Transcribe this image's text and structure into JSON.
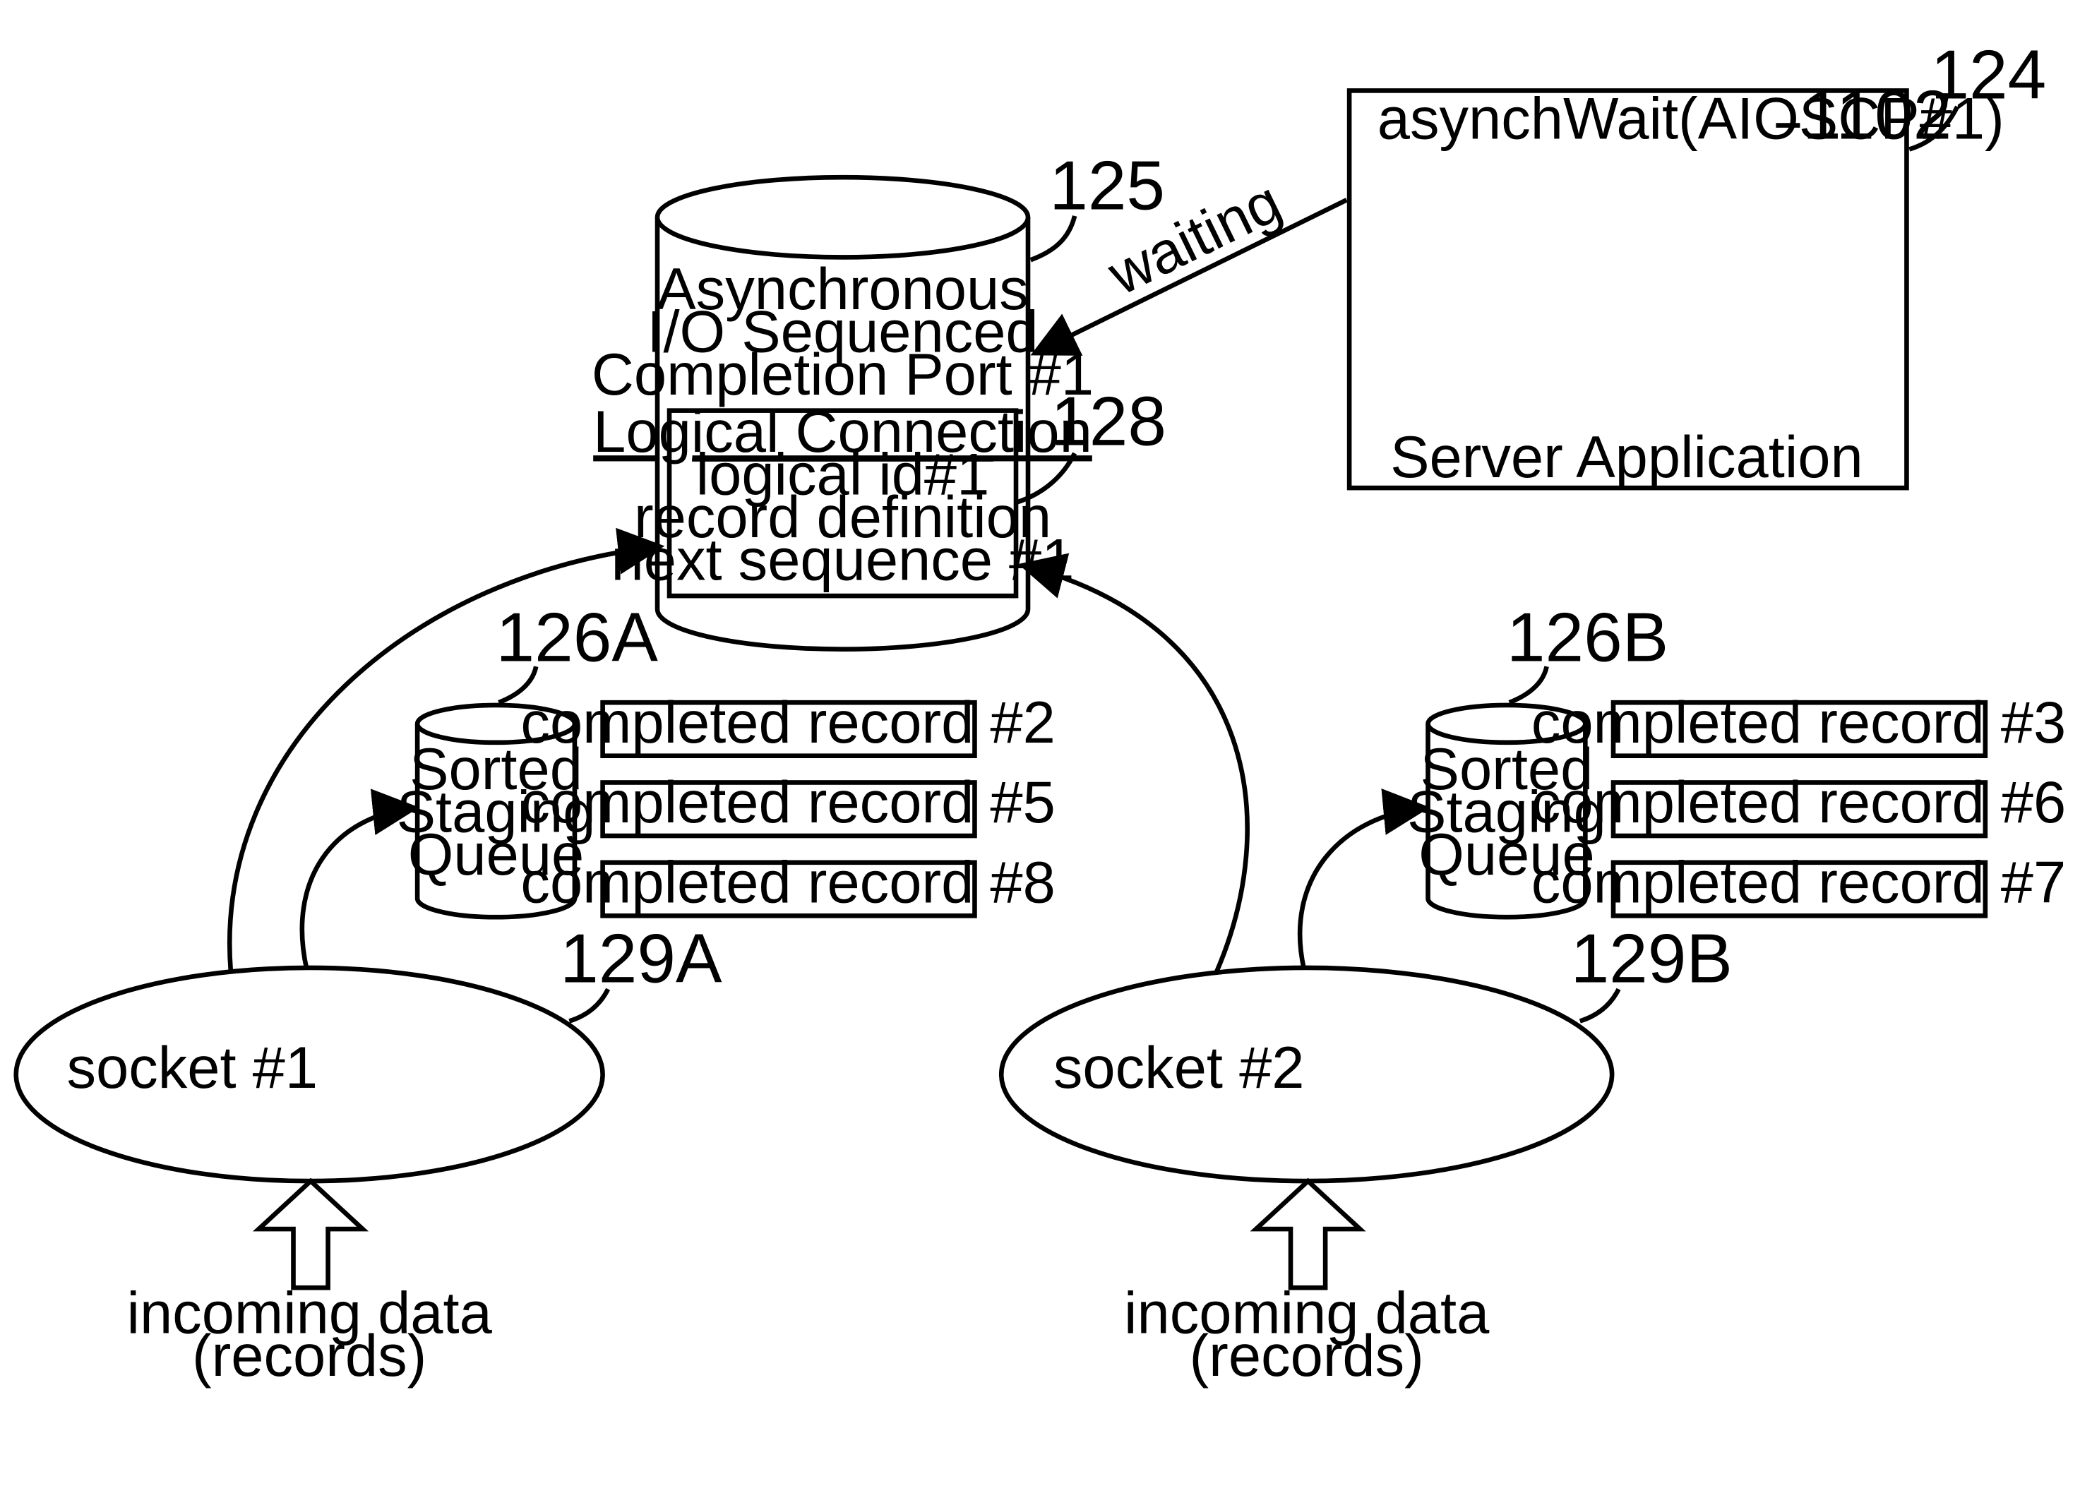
{
  "server_app": {
    "call": "asynchWait(AIOSCP#1)",
    "call_ref": "1102",
    "label": "Server Application",
    "ref": "124"
  },
  "completion_port": {
    "title_lines": [
      "Asynchronous",
      "I/O Sequenced",
      "Completion Port #1"
    ],
    "ref": "125",
    "logical_connection": {
      "title": "Logical Connection",
      "lines": [
        "logical id#1",
        "record definition",
        "next sequence #1"
      ],
      "ref": "128"
    }
  },
  "waiting_label": "waiting",
  "queue_a": {
    "lines": [
      "Sorted",
      "Staging",
      "Queue"
    ],
    "ref": "126A",
    "records": [
      "completed record #2",
      "completed record #5",
      "completed record #8"
    ]
  },
  "queue_b": {
    "lines": [
      "Sorted",
      "Staging",
      "Queue"
    ],
    "ref": "126B",
    "records": [
      "completed record #3",
      "completed record #6",
      "completed record #7"
    ]
  },
  "socket_a": {
    "label": "socket #1",
    "ref": "129A"
  },
  "socket_b": {
    "label": "socket #2",
    "ref": "129B"
  },
  "incoming_a": [
    "incoming data",
    "(records)"
  ],
  "incoming_b": [
    "incoming data",
    "(records)"
  ]
}
